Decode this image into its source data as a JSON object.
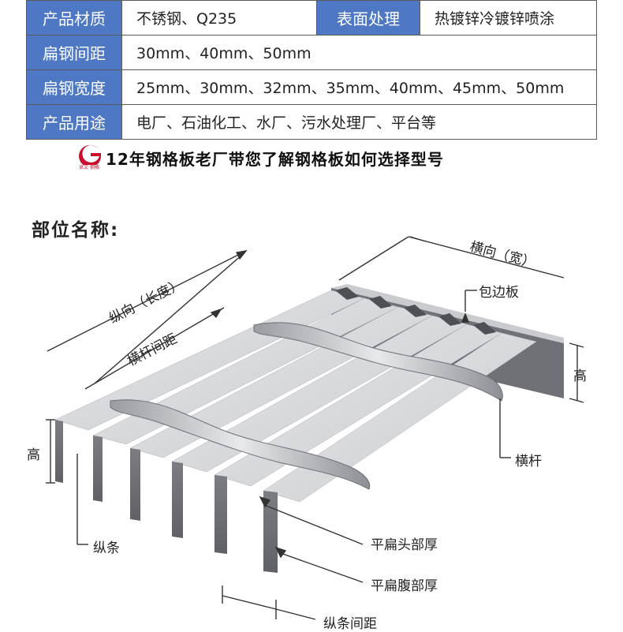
{
  "spec_table": {
    "rows": [
      {
        "label": "产品材质",
        "value": "不锈钢、Q235",
        "label2": "表面处理",
        "value2": "热镀锌冷镀锌喷涂"
      },
      {
        "label": "扁钢间距",
        "value": "30mm、40mm、50mm"
      },
      {
        "label": "扁钢宽度",
        "value": "25mm、30mm、32mm、35mm、40mm、45mm、50mm"
      },
      {
        "label": "产品用途",
        "value": "电厂、石油化工、水厂、污水处理厂、平台等"
      }
    ]
  },
  "brand": {
    "logo_letter": "G",
    "logo_caption": "卓文·钢格",
    "headline": "12年钢格板老厂带您了解钢格板如何选择型号",
    "color": "#c8102e"
  },
  "diagram": {
    "title": "部位名称:",
    "labels": {
      "width_dir": "横向（宽）",
      "length_dir": "纵向（长度）",
      "crossbar_pitch": "横杆间距",
      "edge_plate": "包边板",
      "height_right": "高",
      "height_left": "高",
      "crossbar": "横杆",
      "bearing_bar": "纵条",
      "bar_head": "平扁头部厚",
      "bar_belly": "平扁腹部厚",
      "bar_pitch": "纵条间距"
    },
    "icons": [
      "arrow-icon"
    ]
  }
}
